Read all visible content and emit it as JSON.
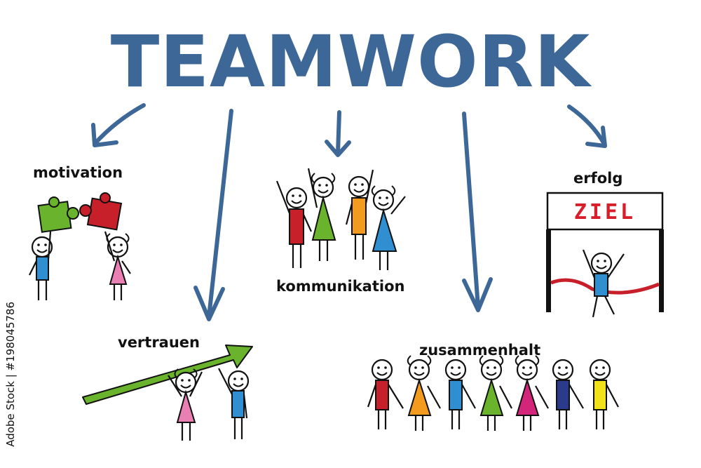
{
  "title": "TEAMWORK",
  "labels": {
    "motivation": "motivation",
    "vertrauen": "vertrauen",
    "kommunikation": "kommunikation",
    "zusammenhalt": "zusammenhalt",
    "erfolg": "erfolg"
  },
  "banner_text": "ZIEL",
  "stock_id": "Adobe Stock | #198045786",
  "colors": {
    "arrow": "#3d6796",
    "green": "#6ab42d",
    "red": "#c8202b",
    "blue": "#2f8fd0",
    "pink": "#ea7fb4",
    "orange": "#f39b1f",
    "yellow": "#f2e21c",
    "purple": "#d3267a",
    "navy": "#2b3b8c"
  }
}
